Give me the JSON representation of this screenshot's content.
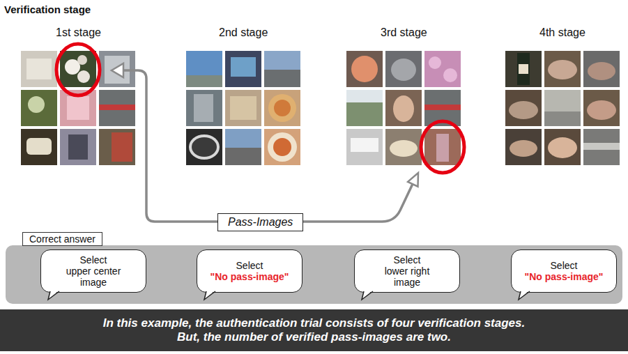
{
  "diagram": {
    "title": "Verification stage",
    "caption": "In this example, the authentication trial consists of four verification stages. But, the number of verified pass-images are two.",
    "nodes": [
      {
        "text": [
          "Correct answer"
        ]
      },
      {
        "text": [
          "Select",
          "upper center image"
        ],
        "in": 0
      },
      {
        "text": [
          "Select",
          "\"No pass-image\""
        ],
        "in": 0
      },
      {
        "text": [
          "Select",
          "lower right image"
        ],
        "in": 0
      },
      {
        "text": [
          "Select",
          "\"No pass-image\""
        ],
        "in": 0
      },
      {
        "text": [
          "Pass-Images"
        ]
      }
    ],
    "labels": [
      "1st stage",
      "2nd stage",
      "3rd stage",
      "4th stage"
    ]
  }
}
